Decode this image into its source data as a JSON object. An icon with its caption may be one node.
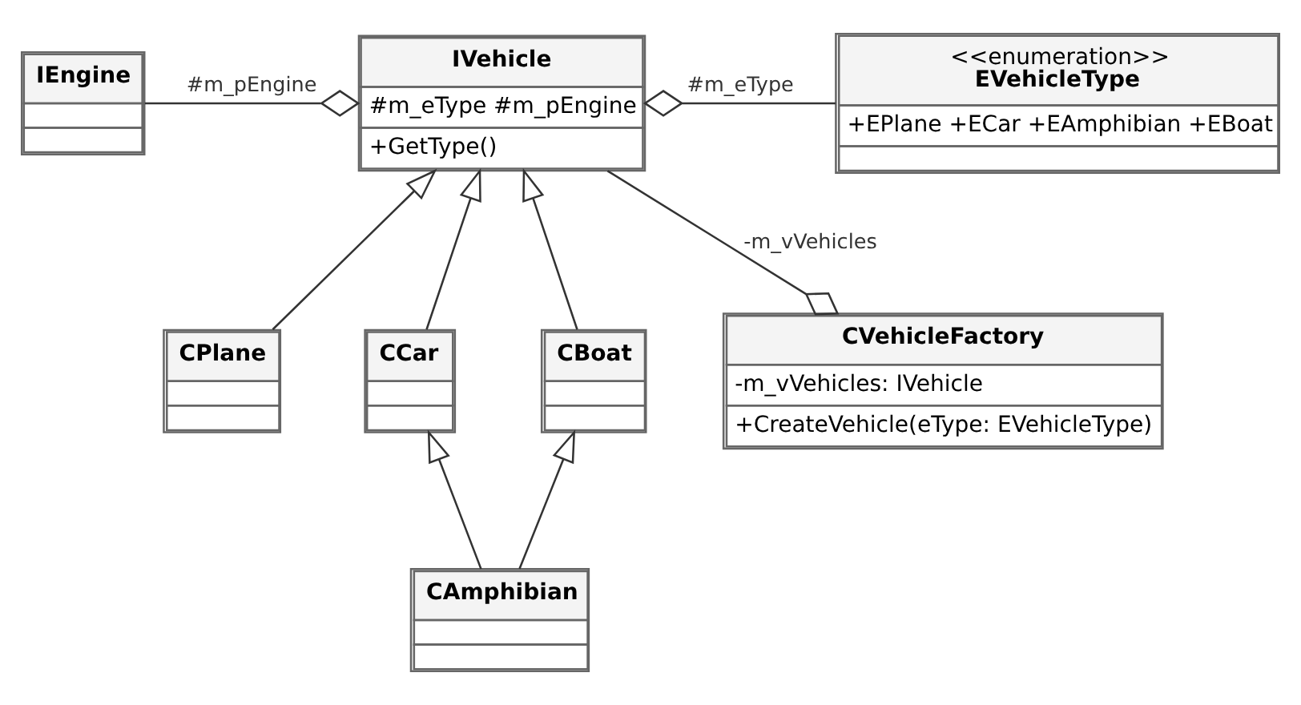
{
  "diagram": {
    "nodes": [
      {
        "text": [
          "IEngine"
        ]
      },
      {
        "text": [
          "IVehicle",
          "#m_eType #m_pEngine",
          "+GetType()"
        ]
      },
      {
        "text": [
          "<<enumeration>>",
          "EVehicleType",
          "+EPlane +ECar +EAmphibian +EBoat"
        ]
      },
      {
        "text": [
          "CPlane"
        ]
      },
      {
        "text": [
          "CCar"
        ]
      },
      {
        "text": [
          "CBoat"
        ]
      },
      {
        "text": [
          "CVehicleFactory",
          "-m_vVehicles: IVehicle",
          "+CreateVehicle(eType: EVehicleType)"
        ]
      },
      {
        "text": [
          "CAmphibian"
        ]
      }
    ],
    "edges": [
      {
        "from": 0,
        "to": 1,
        "arrow": "other",
        "label": "#m_pEngine"
      },
      {
        "from": 2,
        "to": 1,
        "arrow": "other",
        "label": "#m_eType"
      },
      {
        "from": 1,
        "to": 6,
        "arrow": "other",
        "label": "-m_vVehicles"
      },
      {
        "from": 3,
        "to": 1,
        "arrow": "to"
      },
      {
        "from": 4,
        "to": 1,
        "arrow": "to"
      },
      {
        "from": 5,
        "to": 1,
        "arrow": "to"
      },
      {
        "from": 7,
        "to": 4,
        "arrow": "to"
      },
      {
        "from": 7,
        "to": 5,
        "arrow": "to"
      }
    ]
  }
}
